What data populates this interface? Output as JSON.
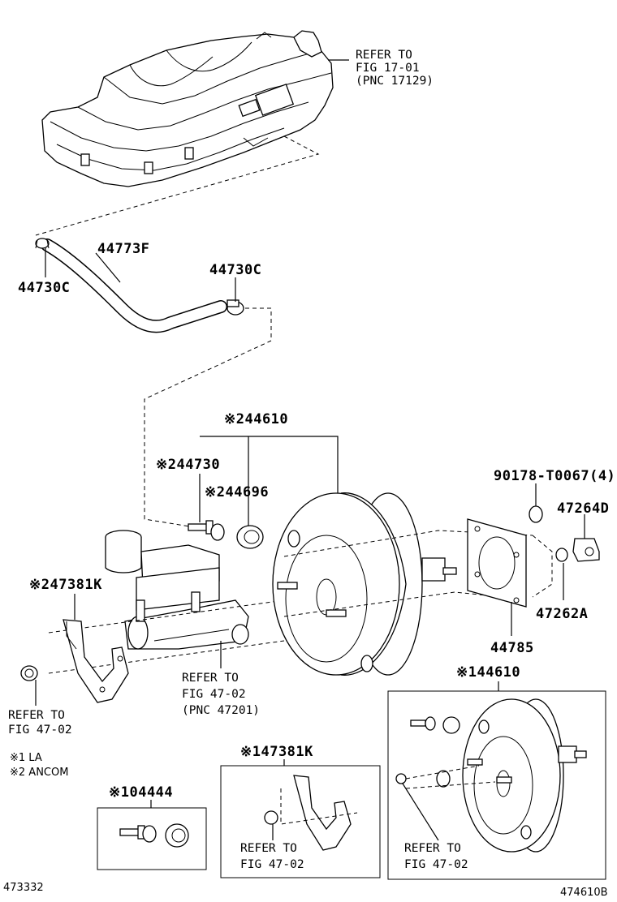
{
  "labels": {
    "refer_intake_1": "REFER TO",
    "refer_intake_2": "FIG 17-01",
    "refer_intake_3": "(PNC 17129)",
    "hose": "44773F",
    "clamp_left": "44730C",
    "clamp_right": "44730C",
    "booster_ancom": "※244610",
    "check_valve_ancom": "※244730",
    "grommet_ancom": "※244696",
    "bolt": "90178-T0067(4)",
    "bracket_47264": "47264D",
    "spacer_47262": "47262A",
    "gasket": "44785",
    "bracket_ancom": "※247381K",
    "refer_mc_1": "REFER TO",
    "refer_mc_2": "FIG 47-02",
    "refer_mc_3": "(PNC 47201)",
    "refer_left_1": "REFER TO",
    "refer_left_2": "FIG 47-02",
    "note_1": "※1 LA",
    "note_2": "※2 ANCOM",
    "booster_la": "※144610",
    "bracket_la": "※147381K",
    "valve_kit_la": "※104444",
    "refer_bracket_box_1": "REFER TO",
    "refer_bracket_box_2": "FIG 47-02",
    "refer_booster_box_1": "REFER TO",
    "refer_booster_box_2": "FIG 47-02",
    "figure_code_left": "473332",
    "figure_code_right": "474610B"
  }
}
